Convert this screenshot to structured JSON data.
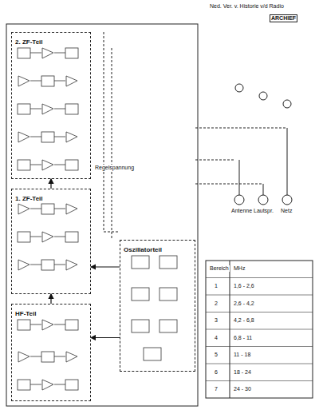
{
  "diagram": {
    "nodes": [
      {
        "text": [
          "HF-Teil"
        ]
      },
      {
        "text": [
          "1. ZF-Teil"
        ]
      },
      {
        "text": [
          "2. ZF-Teil"
        ]
      },
      {
        "text": [
          "Oszillatorteil"
        ]
      }
    ],
    "edges": [
      {
        "from": 0,
        "to": 1,
        "arrow": "to"
      },
      {
        "from": 1,
        "to": 2,
        "arrow": "to"
      },
      {
        "from": 3,
        "to": 0,
        "arrow": "to"
      },
      {
        "from": 3,
        "to": 1,
        "arrow": "to"
      }
    ],
    "labels": [
      "Ned. Ver. v. Historie v/d Radio",
      "ARCHIEF",
      "Regelspannung",
      "Antenne",
      "Lautspr.",
      "Netz",
      "Bereich",
      "MHz",
      "1",
      "1,6 - 2,6",
      "2",
      "2,6 - 4,2",
      "3",
      "4,2 - 6,8",
      "4",
      "6,8 - 11",
      "5",
      "11 - 18",
      "6",
      "18 - 24",
      "7",
      "24 - 30"
    ]
  }
}
